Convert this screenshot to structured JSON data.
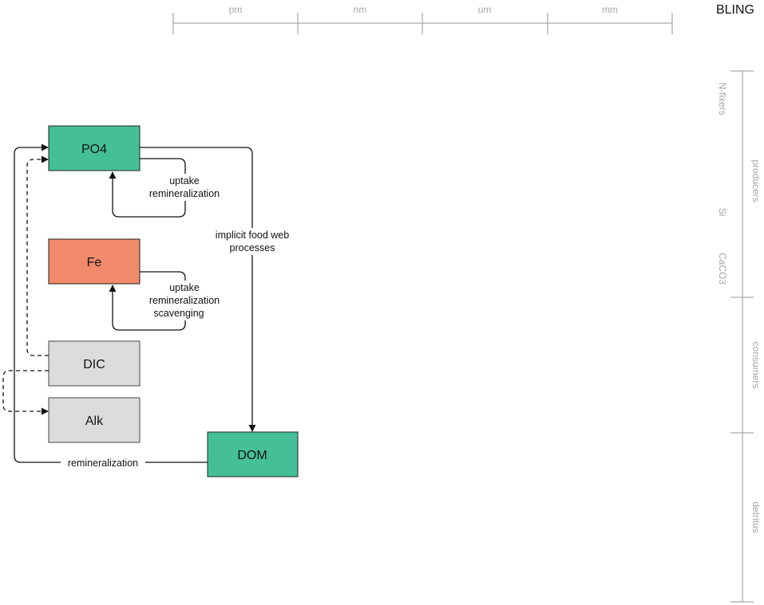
{
  "model_name": "BLING",
  "size_scale": {
    "labels": [
      "pm",
      "nm",
      "um",
      "mm"
    ]
  },
  "plankton_axis": {
    "groups": [
      "producers",
      "consumers",
      "detritus"
    ],
    "producer_sublabels": [
      "N-fixers",
      "Si",
      "CaCO3"
    ]
  },
  "boxes": {
    "po4": {
      "label": "PO4",
      "color": "#45bf98"
    },
    "fe": {
      "label": "Fe",
      "color": "#f08a6a"
    },
    "dic": {
      "label": "DIC",
      "color": "#dcdcdc"
    },
    "alk": {
      "label": "Alk",
      "color": "#dcdcdc"
    },
    "dom": {
      "label": "DOM",
      "color": "#45bf98"
    }
  },
  "flows": {
    "po4_loop": [
      "uptake",
      "remineralization"
    ],
    "fe_loop": [
      "uptake",
      "remineralization",
      "scavenging"
    ],
    "food_web": [
      "implicit food web",
      "processes"
    ],
    "dom_return": "remineralization"
  }
}
